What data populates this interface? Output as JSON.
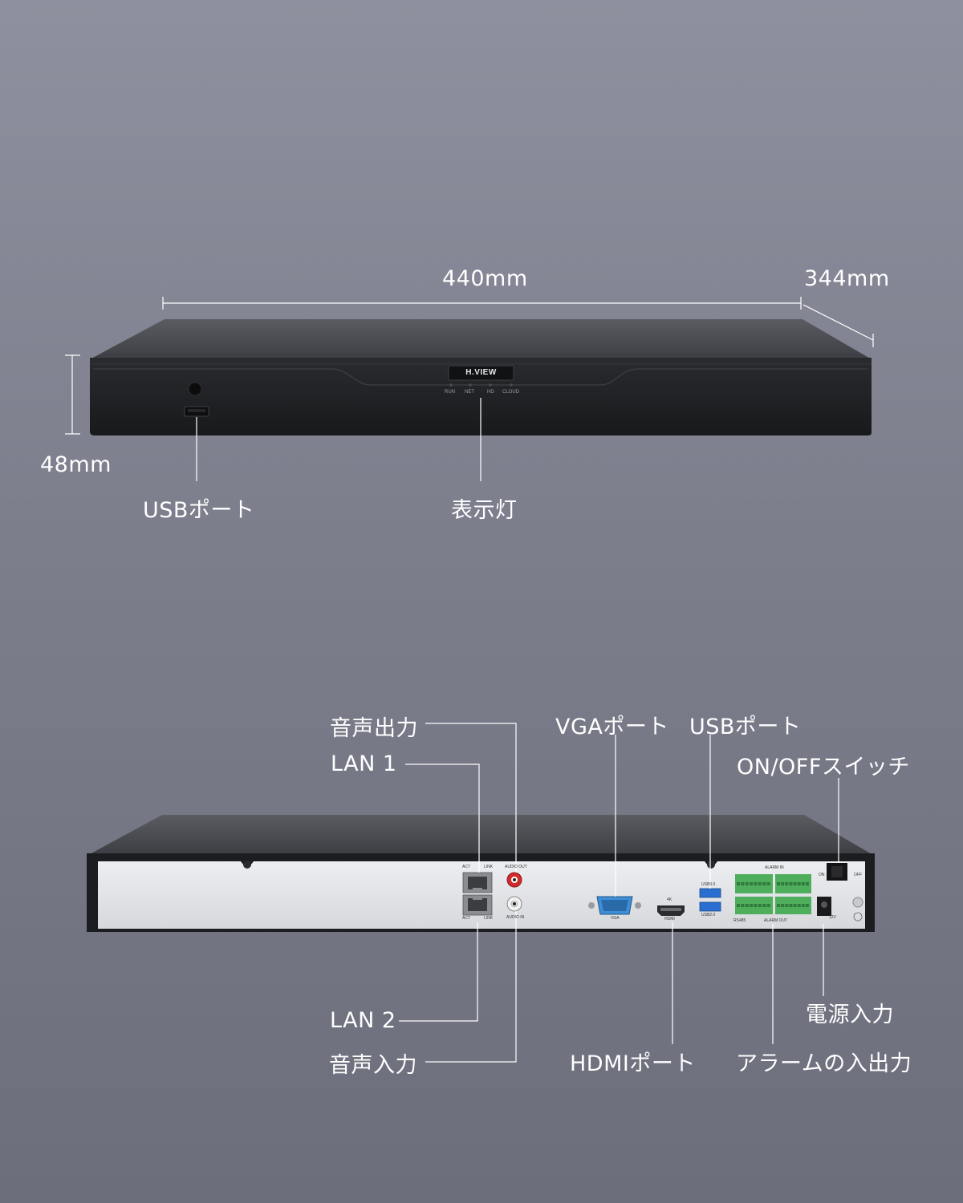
{
  "front": {
    "width": "440mm",
    "depth": "344mm",
    "height": "48mm",
    "brand": "H.VIEW",
    "indicators": [
      "RUN",
      "NET",
      "HD",
      "CLOUD"
    ],
    "usb_label": "USBポート",
    "indicator_label": "表示灯"
  },
  "rear": {
    "labels": {
      "audio_out": "音声出力",
      "lan1": "LAN 1",
      "vga": "VGAポート",
      "usb": "USBポート",
      "onoff": "ON/OFFスイッチ",
      "lan2": "LAN 2",
      "audio_in": "音声入力",
      "hdmi": "HDMIポート",
      "power": "電源入力",
      "alarm": "アラームの入出力"
    },
    "panel_text": {
      "act_top": "ACT",
      "link_top": "LINK",
      "act_bottom": "ACT",
      "link_bottom": "LINK",
      "audio_out": "AUDIO OUT",
      "audio_in": "AUDIO IN",
      "vga": "VGA",
      "k4": "4K",
      "hdmi": "HDMI",
      "usb30": "USB3.0",
      "usb20": "USB2.0",
      "alarm_in": "ALARM IN",
      "alarm_out": "ALARM OUT",
      "rs485": "RS485",
      "on": "ON",
      "off": "OFF",
      "v12": "12V"
    }
  },
  "colors": {
    "background": "#84869a",
    "device_body": "#1f2023",
    "device_top": "#45474c",
    "rear_panel": "#e2e4e8",
    "terminal_green": "#4fae5b",
    "usb_blue": "#2a6fd0",
    "audio_red": "#d02a2a"
  }
}
